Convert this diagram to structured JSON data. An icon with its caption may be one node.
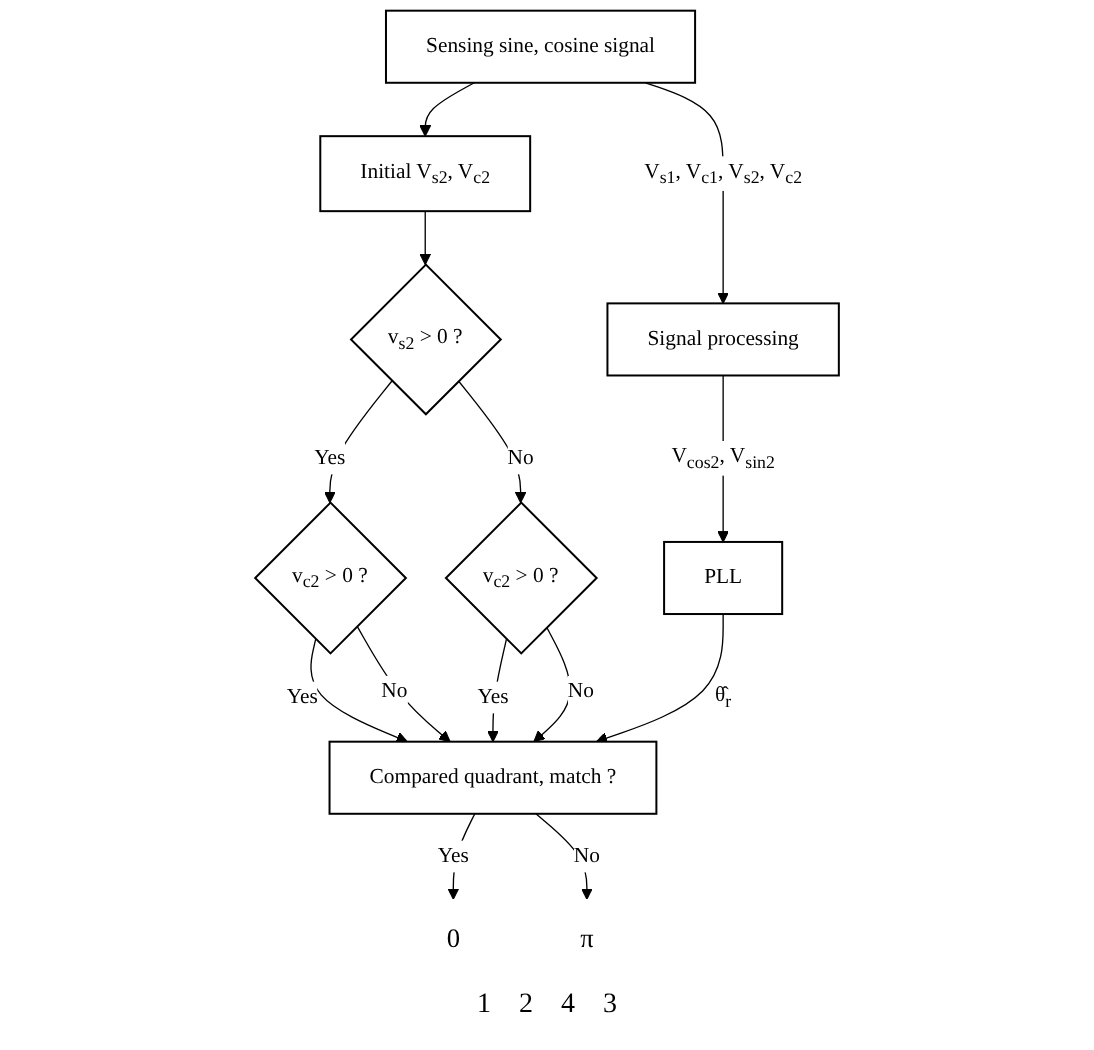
{
  "diagram": {
    "nodes": [
      {
        "text": [
          "Sensing sine, cosine signal"
        ]
      },
      {
        "text": [
          "Initial V$_{s2}$, V$_{c2}$"
        ]
      },
      {
        "text": [
          "v$_{s2}$ > 0 ?"
        ]
      },
      {
        "text": [
          "v$_{c2}$ > 0 ?"
        ]
      },
      {
        "text": [
          "v$_{c2}$ > 0 ?"
        ]
      },
      {
        "text": [
          "Signal processing"
        ]
      },
      {
        "text": [
          "PLL"
        ]
      },
      {
        "text": [
          "Compared quadrant, match ?"
        ]
      },
      {
        "text": [
          "0"
        ]
      },
      {
        "text": [
          "π"
        ]
      }
    ],
    "edges": [
      {
        "from": 0,
        "to": 1,
        "arrow": "to"
      },
      {
        "from": 0,
        "to": 5,
        "arrow": "to",
        "label": "V$_{s1}$, V$_{c1}$, V$_{s2}$, V$_{c2}$"
      },
      {
        "from": 1,
        "to": 2,
        "arrow": "to"
      },
      {
        "from": 2,
        "to": 3,
        "arrow": "to",
        "label": "Yes"
      },
      {
        "from": 2,
        "to": 4,
        "arrow": "to",
        "label": "No"
      },
      {
        "from": 5,
        "to": 6,
        "arrow": "to",
        "label": "V$_{cos2}$, V$_{sin2}$"
      },
      {
        "from": 3,
        "to": 7,
        "arrow": "to",
        "label": "Yes"
      },
      {
        "from": 3,
        "to": 7,
        "arrow": "to",
        "label": "No"
      },
      {
        "from": 4,
        "to": 7,
        "arrow": "to",
        "label": "Yes"
      },
      {
        "from": 4,
        "to": 7,
        "arrow": "to",
        "label": "No"
      },
      {
        "from": 6,
        "to": 7,
        "arrow": "to",
        "label": "θ̂$_{r}$"
      },
      {
        "from": 7,
        "to": 8,
        "arrow": "to",
        "label": "Yes"
      },
      {
        "from": 7,
        "to": 9,
        "arrow": "to",
        "label": "No"
      }
    ],
    "labels": [
      "1",
      "2",
      "4",
      "3"
    ]
  }
}
